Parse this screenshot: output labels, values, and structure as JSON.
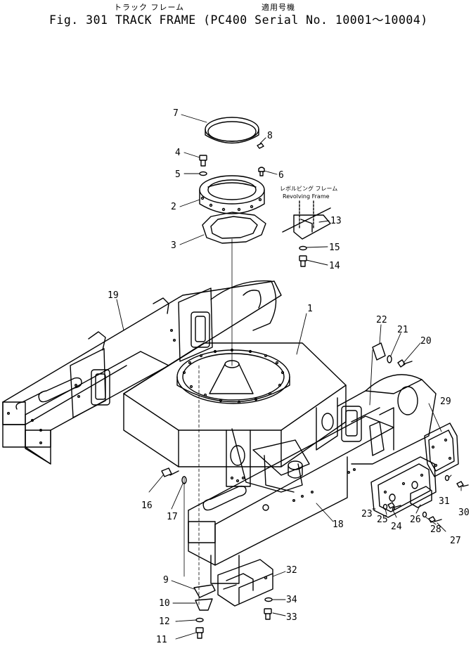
{
  "title": {
    "japanese_title": "トラック フレーム",
    "japanese_serial": "適用号機",
    "main": "Fig. 301 TRACK FRAME (PC400 Serial No. 10001～10004)"
  },
  "callout": {
    "revolving_frame_jp": "レボルビング フレーム",
    "revolving_frame_en": "Revolving Frame"
  },
  "part_numbers": [
    "1",
    "2",
    "3",
    "4",
    "5",
    "6",
    "7",
    "8",
    "9",
    "10",
    "11",
    "12",
    "13",
    "14",
    "15",
    "16",
    "17",
    "18",
    "19",
    "20",
    "21",
    "22",
    "23",
    "24",
    "25",
    "26",
    "27",
    "28",
    "29",
    "30",
    "31",
    "32",
    "33",
    "34"
  ]
}
